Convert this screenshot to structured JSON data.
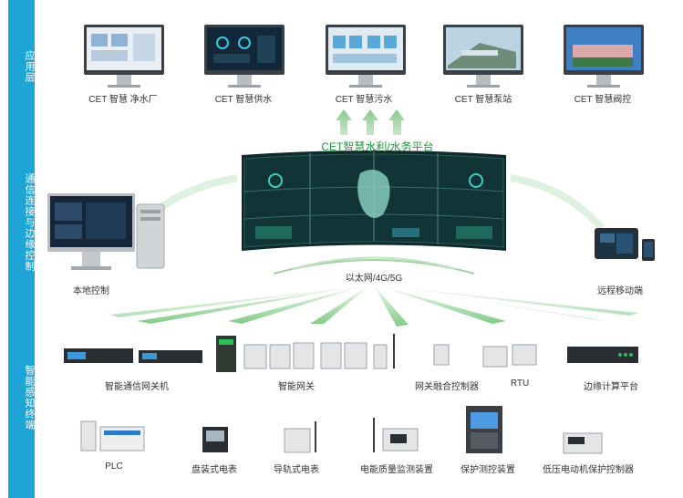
{
  "sidebar": {
    "application_layer": "应用层",
    "communication_layer": "通信连接与边缘控制",
    "terminal_layer": "智能感知终端"
  },
  "apps": [
    {
      "label": "CET 智慧 净水厂",
      "icon": "water-plant-screen-icon"
    },
    {
      "label": "CET 智慧供水",
      "icon": "water-supply-screen-icon"
    },
    {
      "label": "CET 智慧污水",
      "icon": "sewage-screen-icon"
    },
    {
      "label": "CET 智慧泵站",
      "icon": "pump-station-screen-icon"
    },
    {
      "label": "CET 智慧阀控",
      "icon": "valve-control-screen-icon"
    }
  ],
  "platform": {
    "title": "CET智慧水利/水务平台",
    "network": "以太网/4G/5G"
  },
  "edge": {
    "local": "本地控制",
    "mobile": "远程移动端"
  },
  "devices_row1": [
    {
      "label": "智能通信网关机"
    },
    {
      "label": "智能网关"
    },
    {
      "label": "网关融合控制器"
    },
    {
      "label": "RTU"
    },
    {
      "label": "边缘计算平台"
    }
  ],
  "devices_row2": [
    {
      "label": "PLC"
    },
    {
      "label": "盘装式电表"
    },
    {
      "label": "导轨式电表"
    },
    {
      "label": "电能质量监测装置"
    },
    {
      "label": "保护测控装置"
    },
    {
      "label": "低压电动机保护控制器"
    }
  ],
  "colors": {
    "sidebar": "#1ea5d6",
    "accent_green": "#1d9a37",
    "beam_green": "#7cc576",
    "screen_dark": "#0f2a2c"
  }
}
